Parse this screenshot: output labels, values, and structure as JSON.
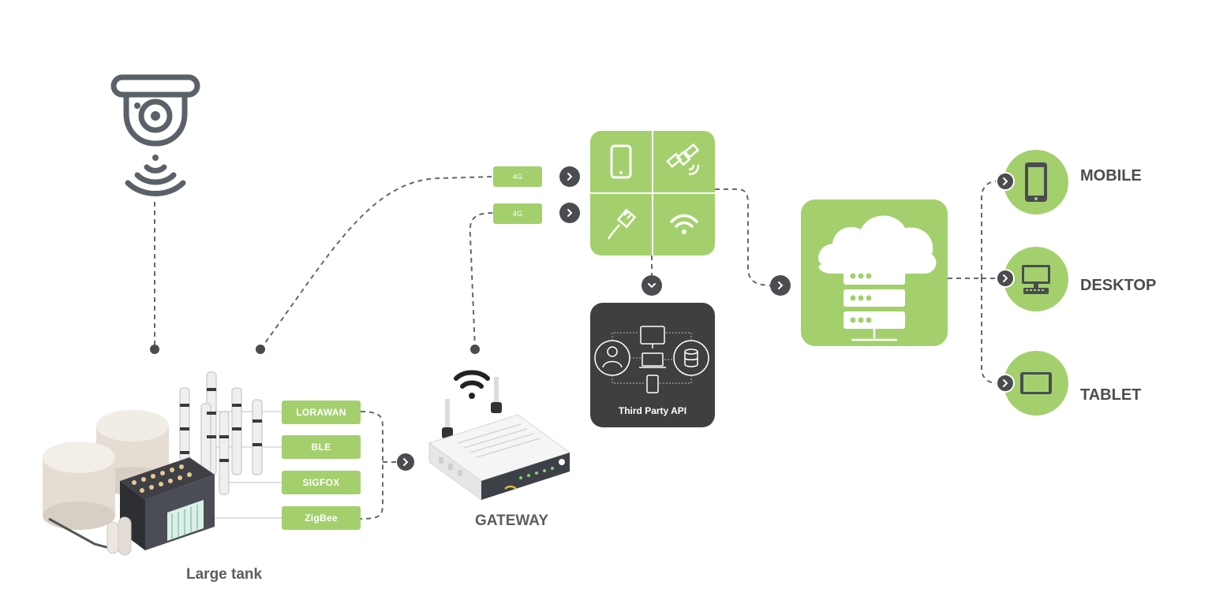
{
  "protocols": [
    "LORAWAN",
    "BLE",
    "SIGFOX",
    "ZigBee"
  ],
  "uplinks": [
    "4G",
    "4G"
  ],
  "labels": {
    "tank": "Large tank",
    "gateway": "GATEWAY",
    "api": "Third Party API"
  },
  "devices": [
    "MOBILE",
    "DESKTOP",
    "TABLET"
  ],
  "colors": {
    "accent_green": "#a3d06d",
    "dark": "#3e3f41",
    "line": "#5f6a72"
  },
  "icons": {
    "camera": "camera-icon",
    "wireless": "wifi-signal-icon",
    "phone": "smartphone-icon",
    "satellite": "satellite-icon",
    "ethernet": "ethernet-cable-icon",
    "cloud_server": "cloud-server-icon",
    "router": "router-icon",
    "tank": "tank-facility-icon"
  }
}
